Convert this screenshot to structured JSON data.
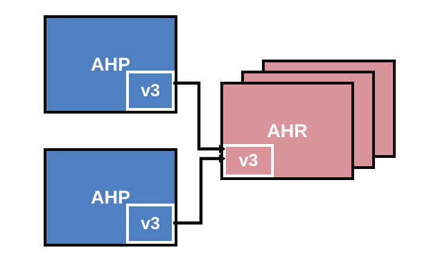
{
  "colors": {
    "bg": "#ffffff",
    "blue": "#4e7fc0",
    "pink": "#d9939a",
    "outline": "#0a0a0a",
    "text": "#ffffff"
  },
  "nodes": {
    "ahp_top": {
      "label": "AHP",
      "badge": "v3"
    },
    "ahp_bottom": {
      "label": "AHP",
      "badge": "v3"
    },
    "ahr": {
      "label": "AHR",
      "badge": "v3",
      "stack_count": 3
    }
  },
  "connections": [
    {
      "from": "ahp_top.badge",
      "to": "ahr.badge",
      "style": "right-angle-arrow"
    },
    {
      "from": "ahp_bottom.badge",
      "to": "ahr.badge",
      "style": "right-angle-arrow"
    }
  ]
}
